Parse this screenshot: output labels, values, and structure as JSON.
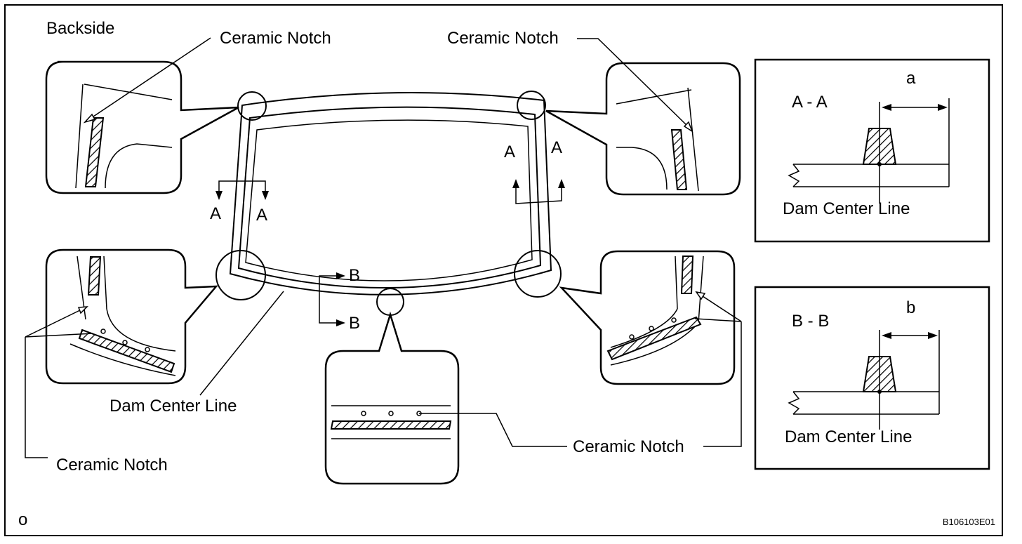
{
  "labels": {
    "backside": "Backside",
    "ceramic_notch": "Ceramic Notch",
    "dam_center_line": "Dam Center Line",
    "section_a": "A",
    "section_b": "B",
    "section_a_title": "A - A",
    "section_b_title": "B - B",
    "dim_a": "a",
    "dim_b": "b",
    "corner_mark": "o",
    "figure_id": "B106103E01"
  }
}
